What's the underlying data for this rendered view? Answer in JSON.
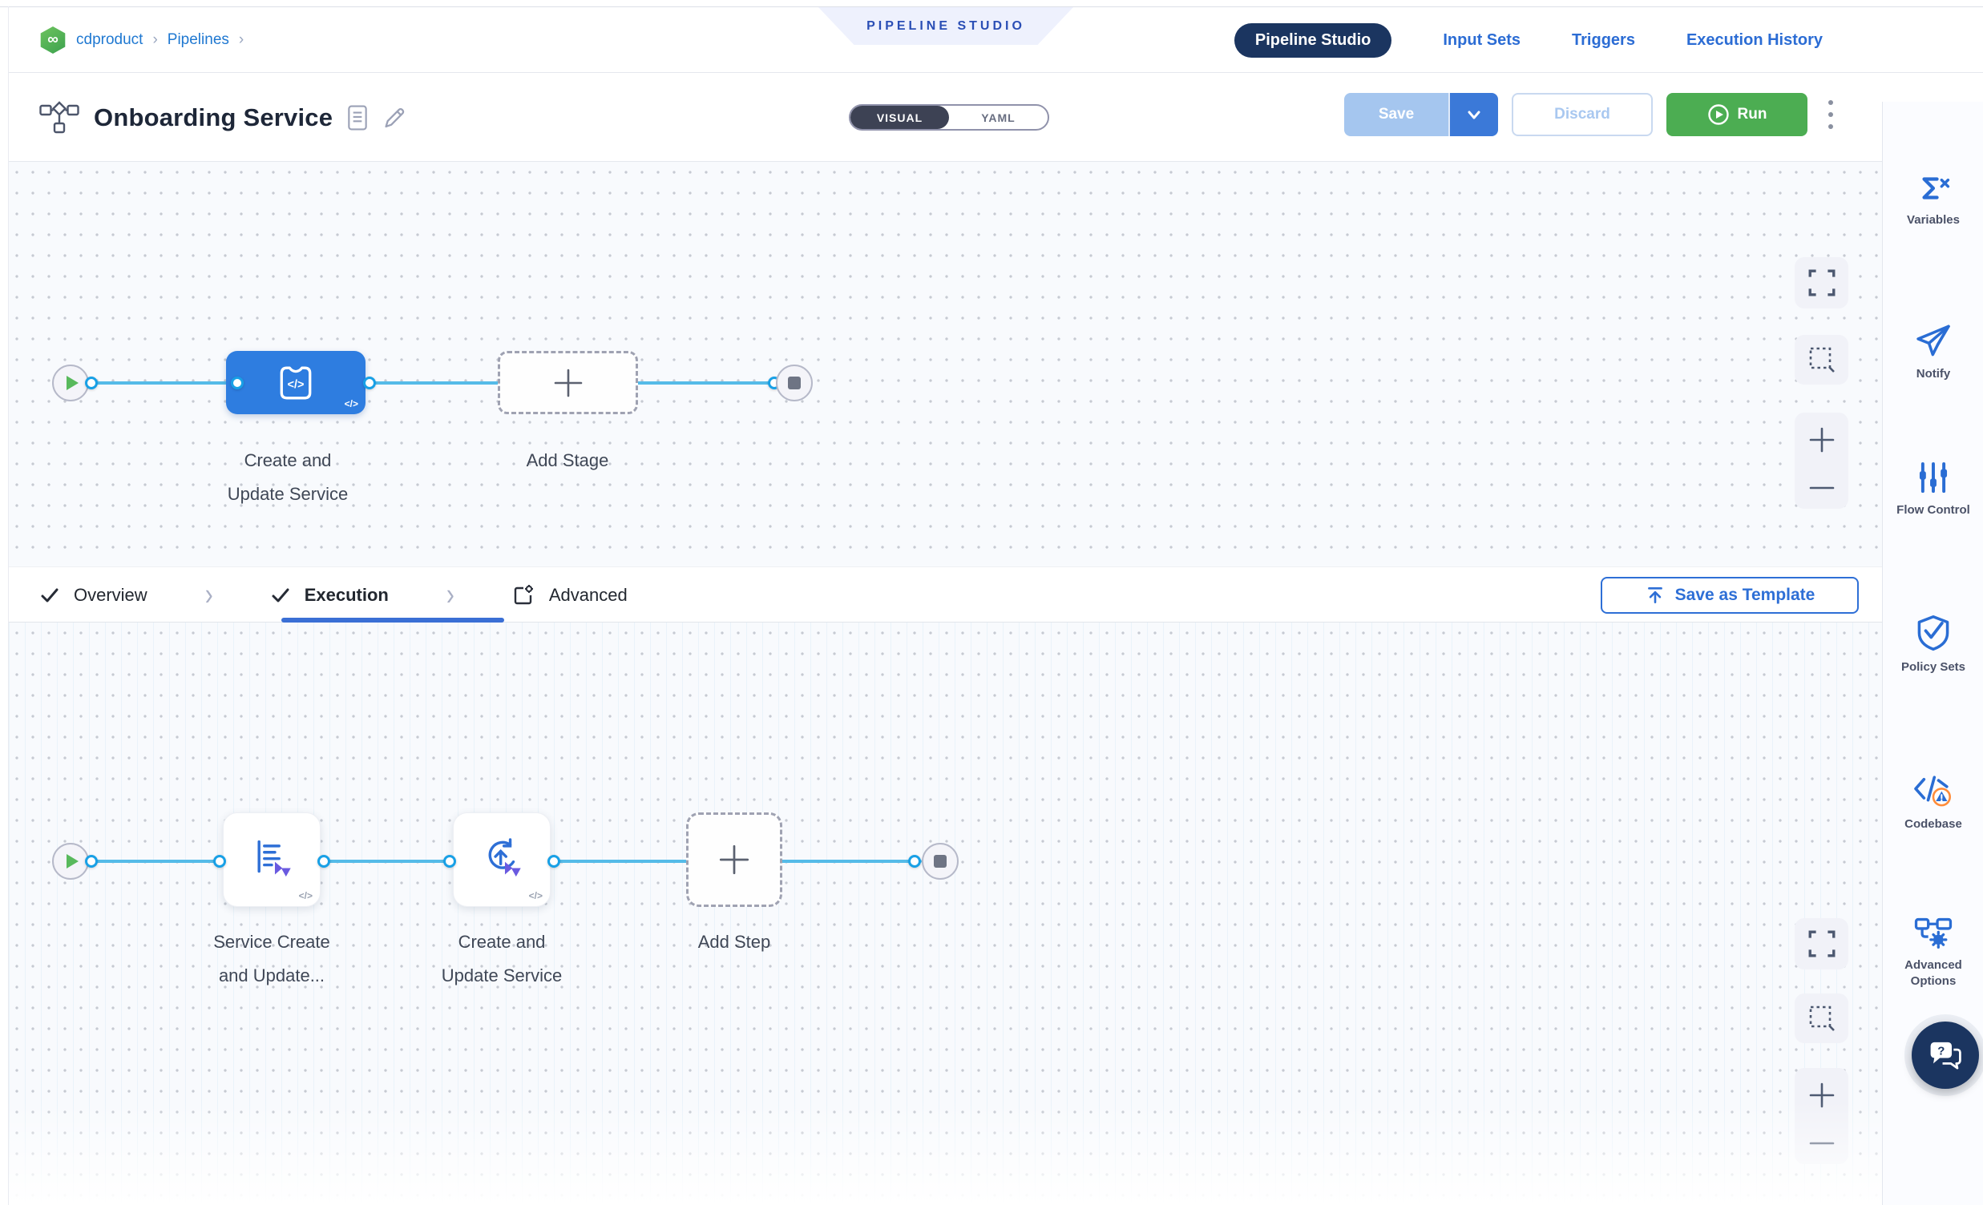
{
  "breadcrumb": {
    "sep": "›",
    "items": [
      {
        "label": "cdproduct"
      },
      {
        "label": "Pipelines"
      }
    ]
  },
  "banner": {
    "label": "PIPELINE STUDIO"
  },
  "top_nav": {
    "active": "Pipeline Studio",
    "items": [
      {
        "label": "Pipeline Studio"
      },
      {
        "label": "Input Sets"
      },
      {
        "label": "Triggers"
      },
      {
        "label": "Execution History"
      }
    ]
  },
  "toolbar": {
    "title": "Onboarding Service",
    "mode_toggle": {
      "visual": "VISUAL",
      "yaml": "YAML",
      "selected": "VISUAL"
    },
    "save_label": "Save",
    "discard_label": "Discard",
    "run_label": "Run"
  },
  "stage_canvas": {
    "stage_name_line1": "Create and",
    "stage_name_line2": "Update Service",
    "add_stage_label": "Add Stage"
  },
  "config_tabs": {
    "overview": "Overview",
    "execution": "Execution",
    "advanced": "Advanced",
    "active": "Execution",
    "save_as_template_label": "Save as Template"
  },
  "step_canvas": {
    "step1_line1": "Service Create",
    "step1_line2": "and Update...",
    "step2_line1": "Create and",
    "step2_line2": "Update Service",
    "add_step_label": "Add Step"
  },
  "right_sidebar": {
    "items": [
      {
        "label": "Variables",
        "icon": "sigma-x-icon"
      },
      {
        "label": "Notify",
        "icon": "paper-plane-icon"
      },
      {
        "label": "Flow Control",
        "icon": "sliders-icon"
      },
      {
        "label": "Policy Sets",
        "icon": "shield-check-icon"
      },
      {
        "label": "Codebase",
        "icon": "code-warning-icon"
      },
      {
        "label": "Advanced Options",
        "icon": "pipeline-gear-icon"
      }
    ]
  },
  "glyphs": {
    "code": "</>",
    "infinity": "∞",
    "sigma": "Σx",
    "question": "?"
  },
  "colors": {
    "accent_blue": "#2b6cd4",
    "navy": "#1b3560",
    "run_green": "#4cad52",
    "stage_blue": "#2e7de0",
    "connector_blue": "#55bbe8",
    "port_ring_blue": "#18a0e6",
    "warning_orange": "#ff8c3a",
    "step_purple": "#6a5ae0",
    "banner_text": "#2a4eb5"
  }
}
